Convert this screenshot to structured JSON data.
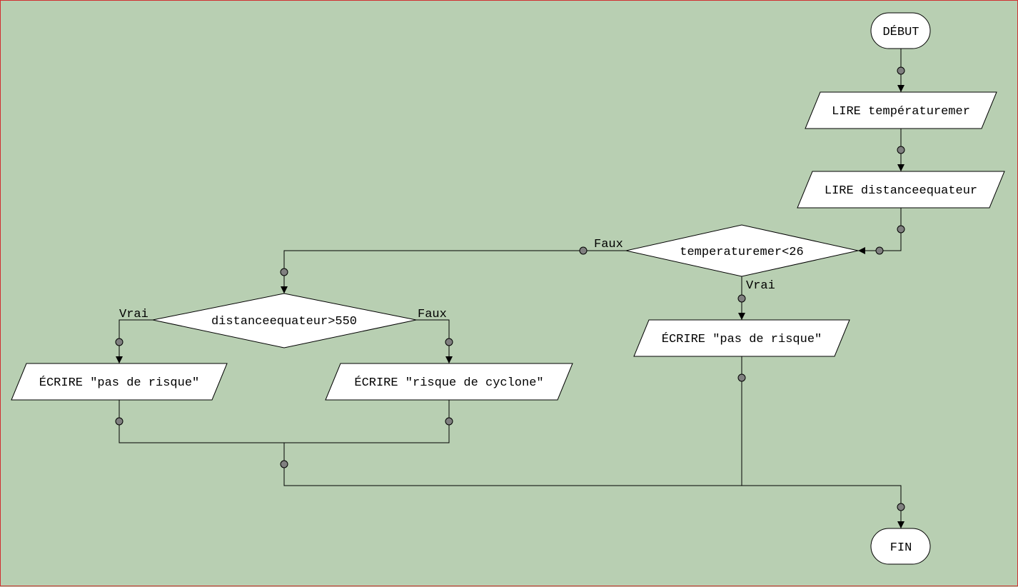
{
  "colors": {
    "background": "#b8cfb2",
    "border": "#d03030",
    "shape_fill": "#ffffff",
    "dot": "#808080"
  },
  "nodes": {
    "debut": "DÉBUT",
    "lire_temp": "LIRE températuremer",
    "lire_dist": "LIRE distanceequateur",
    "cond_temp": "temperaturemer<26",
    "ecrire_pas_risque_right": "ÉCRIRE \"pas de risque\"",
    "cond_dist": "distanceequateur>550",
    "ecrire_pas_risque_left": "ÉCRIRE \"pas de risque\"",
    "ecrire_risque_cyclone": "ÉCRIRE \"risque de cyclone\"",
    "fin": "FIN"
  },
  "edge_labels": {
    "temp_faux": "Faux",
    "temp_vrai": "Vrai",
    "dist_vrai": "Vrai",
    "dist_faux": "Faux"
  }
}
